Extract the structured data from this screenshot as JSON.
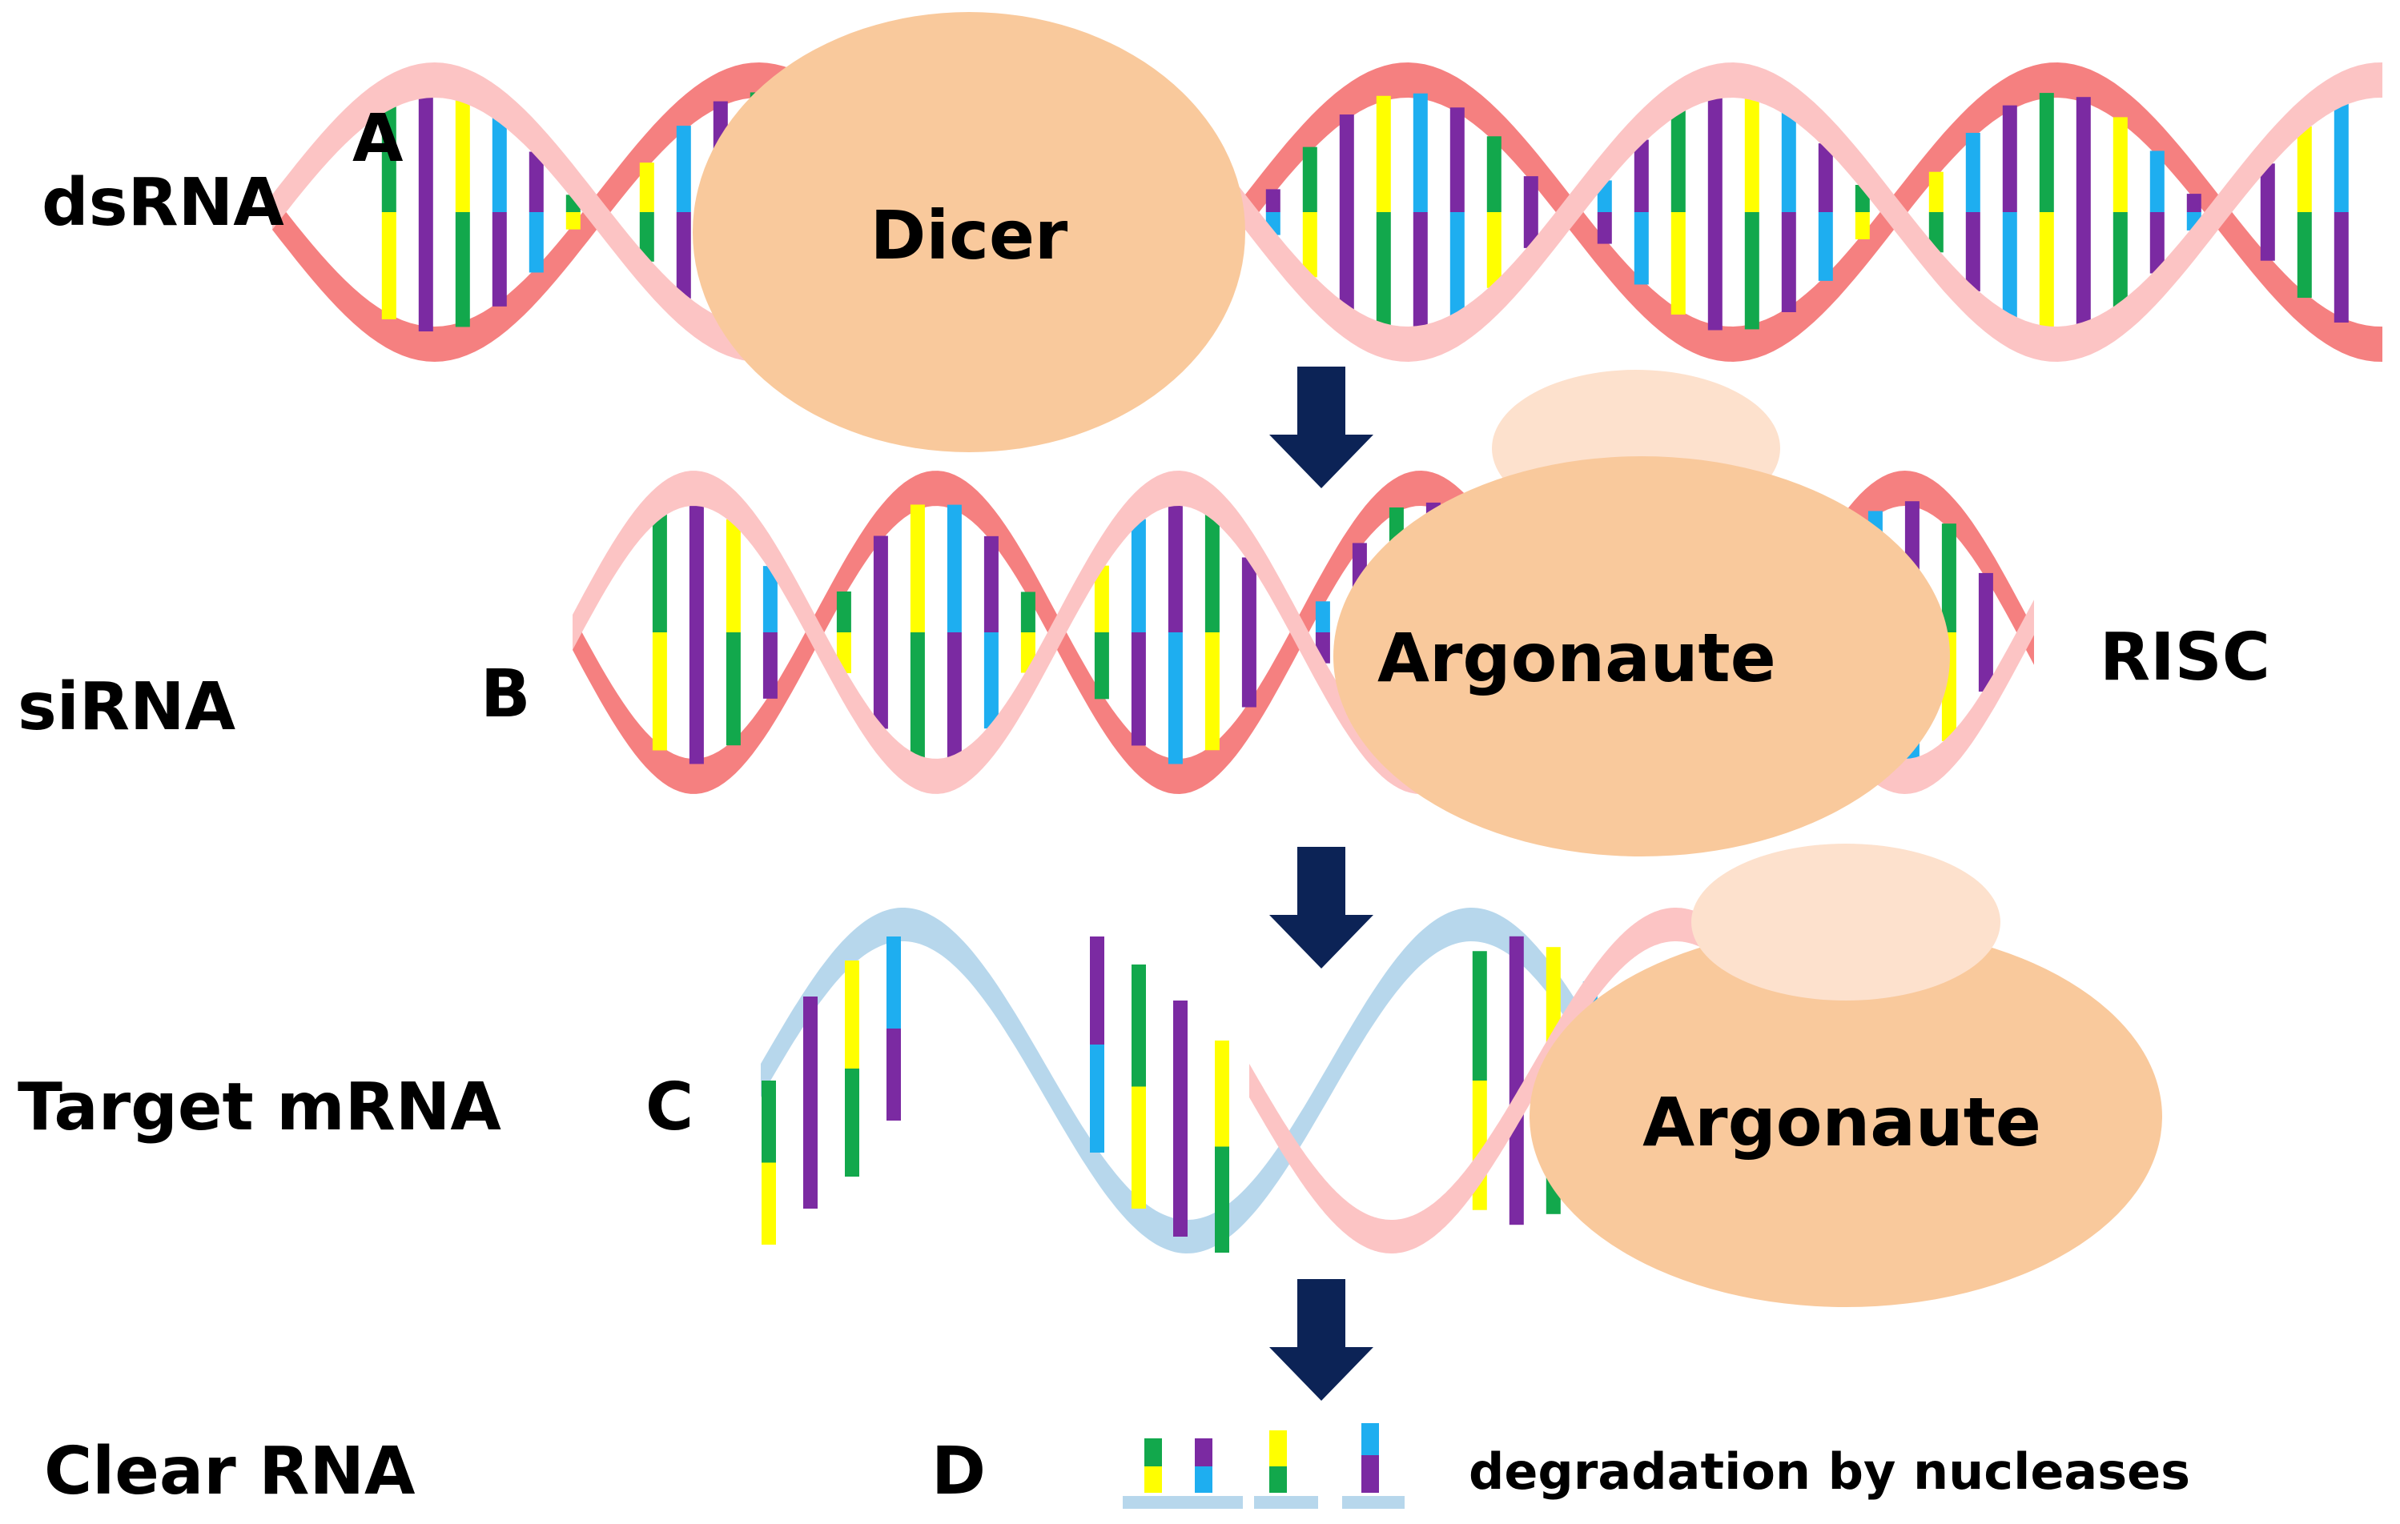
{
  "row_labels": {
    "dsrna": "dsRNA",
    "sirna": "siRNA",
    "target": "Target mRNA",
    "clear": "Clear RNA"
  },
  "step_letters": {
    "a": "A",
    "b": "B",
    "c": "C",
    "d": "D"
  },
  "proteins": {
    "dicer": "Dicer",
    "argonaute_b": "Argonaute",
    "argonaute_c": "Argonaute"
  },
  "complex_label": "RISC",
  "degradation_label": "degradation by nucleases",
  "colors": {
    "strand_dark": "#f58080",
    "strand_light": "#fcc4c4",
    "strand_mrna": "#b7d7ec",
    "protein": "#f9c99c",
    "protein_cap": "#fde1cd",
    "arrow": "#0c2356",
    "base_blue": "#1eaef0",
    "base_purple": "#7b2aa2",
    "base_green": "#12a84c",
    "base_yellow": "#ffff00"
  }
}
